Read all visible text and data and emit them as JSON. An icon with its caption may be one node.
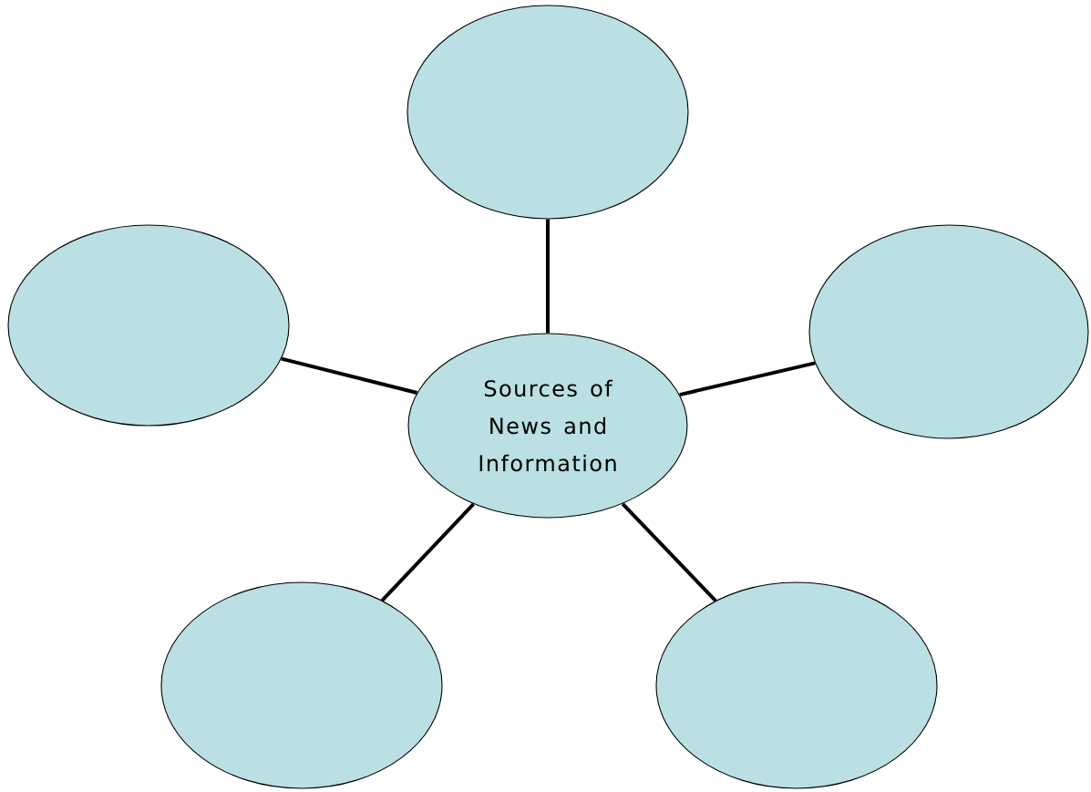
{
  "diagram": {
    "nodes": [
      {
        "text": [],
        "shape": "ellipse"
      },
      {
        "text": [],
        "shape": "ellipse"
      },
      {
        "text": [],
        "shape": "ellipse"
      },
      {
        "text": [
          "Sources of News and Information"
        ]
      },
      {
        "text": [],
        "shape": "ellipse"
      },
      {
        "text": [],
        "shape": "ellipse"
      }
    ],
    "edges": [
      {
        "from": 3,
        "to": 0,
        "arrow": "none"
      },
      {
        "from": 3,
        "to": 1,
        "arrow": "none"
      },
      {
        "from": 3,
        "to": 2,
        "arrow": "none"
      },
      {
        "from": 3,
        "to": 4,
        "arrow": "none"
      },
      {
        "from": 3,
        "to": 5,
        "arrow": "none"
      }
    ]
  }
}
